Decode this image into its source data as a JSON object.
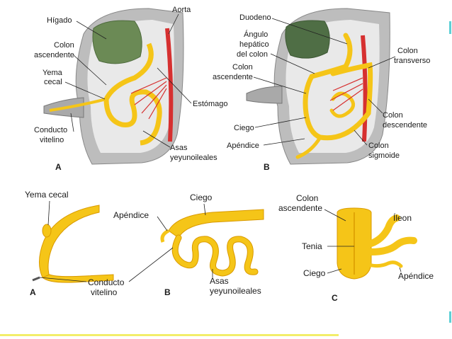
{
  "diagram": {
    "top_left": {
      "panel_letter": "A",
      "labels": {
        "higado": "Hígado",
        "aorta": "Aorta",
        "colon_ascendente_1": "Colon",
        "colon_ascendente_2": "ascendente",
        "yema_cecal_1": "Yema",
        "yema_cecal_2": "cecal",
        "estomago": "Estómago",
        "conducto_1": "Conducto",
        "conducto_2": "vitelino",
        "asas_1": "Asas",
        "asas_2": "yeyunoileales"
      }
    },
    "top_right": {
      "panel_letter": "B",
      "labels": {
        "duodeno": "Duodeno",
        "angulo_1": "Ángulo",
        "angulo_2": "hepático",
        "angulo_3": "del colon",
        "colon_transverso_1": "Colon",
        "colon_transverso_2": "transverso",
        "colon_ascendente_1": "Colon",
        "colon_ascendente_2": "ascendente",
        "ciego": "Ciego",
        "colon_descendente_1": "Colon",
        "colon_descendente_2": "descendente",
        "apendice": "Apéndice",
        "colon_sigmoide_1": "Colon",
        "colon_sigmoide_2": "sigmoide"
      }
    },
    "bottom_a": {
      "panel_letter": "A",
      "labels": {
        "yema_cecal": "Yema cecal",
        "conducto_1": "Conducto",
        "conducto_2": "vitelino"
      }
    },
    "bottom_b": {
      "panel_letter": "B",
      "labels": {
        "ciego": "Ciego",
        "apendice": "Apéndice",
        "asas_1": "Asas",
        "asas_2": "yeyunoileales"
      }
    },
    "bottom_c": {
      "panel_letter": "C",
      "labels": {
        "colon_1": "Colon",
        "colon_2": "ascendente",
        "ileon": "Íleon",
        "tenia": "Tenia",
        "ciego": "Ciego",
        "apendice": "Apéndice"
      }
    }
  },
  "colors": {
    "gut": "#f5c518",
    "gut_dark": "#d99a00",
    "body_wall": "#b8b8b8",
    "liver": "#5f7a4a",
    "aorta": "#d63030",
    "footer_line": "#f2ee6a",
    "edge_mark": "#5fd0d6"
  }
}
